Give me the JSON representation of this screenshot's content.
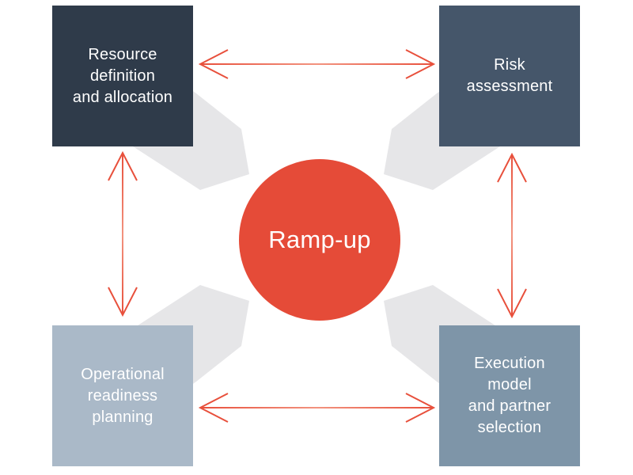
{
  "diagram": {
    "title": "Ramp-up converging diagram",
    "center": {
      "label": "Ramp-up"
    },
    "nodes": [
      {
        "id": "top-left",
        "label": "Resource\ndefinition\nand allocation"
      },
      {
        "id": "top-right",
        "label": "Risk\nassessment"
      },
      {
        "id": "bottom-left",
        "label": "Operational\nreadiness\nplanning"
      },
      {
        "id": "bottom-right",
        "label": "Execution\nmodel\nand partner\nselection"
      }
    ],
    "connectors": [
      {
        "id": "arrow-top",
        "between": [
          "top-left",
          "top-right"
        ],
        "style": "double-headed"
      },
      {
        "id": "arrow-bottom",
        "between": [
          "bottom-left",
          "bottom-right"
        ],
        "style": "double-headed"
      },
      {
        "id": "arrow-left",
        "between": [
          "top-left",
          "bottom-left"
        ],
        "style": "double-headed"
      },
      {
        "id": "arrow-right",
        "between": [
          "top-right",
          "bottom-right"
        ],
        "style": "double-headed"
      }
    ],
    "decorations": {
      "converging_arrows": [
        "top-left",
        "top-right",
        "bottom-left",
        "bottom-right"
      ]
    }
  },
  "colors": {
    "background": "#ffffff",
    "node_top_left": "#2f3b4a",
    "node_top_right": "#45566a",
    "node_bottom_left": "#aab9c8",
    "node_bottom_right": "#7e95a8",
    "center_circle": "#e54b38",
    "arrow": "#e8503c",
    "arrow_mid": "#f2937f",
    "converging_arrow": "#e6e6e8",
    "text": "#ffffff"
  }
}
